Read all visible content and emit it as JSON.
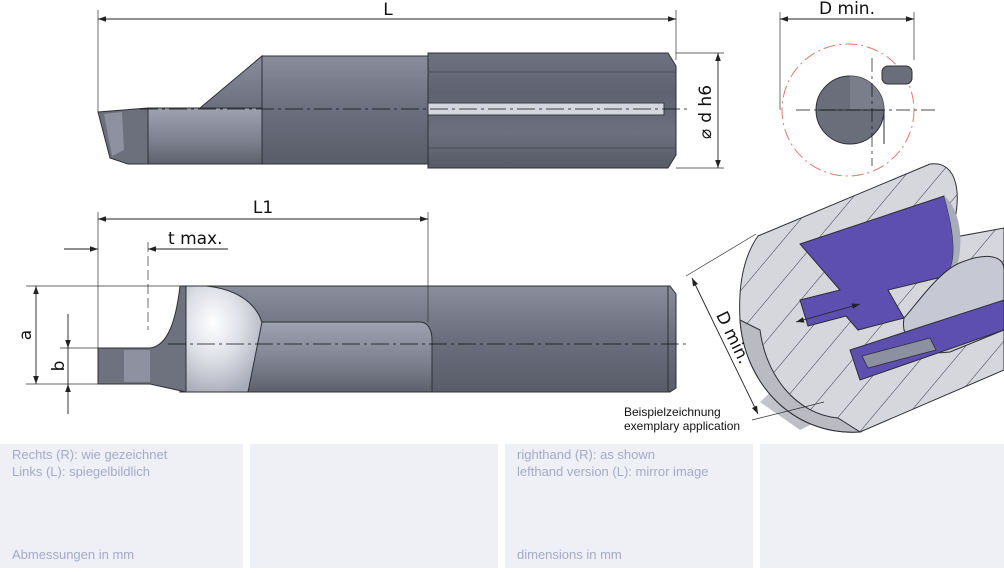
{
  "dimensions": {
    "L": "L",
    "D_min_top": "D min.",
    "d_h6": "d h6",
    "diameter_symbol": "⌀",
    "L1": "L1",
    "t_max": "t max.",
    "a": "a",
    "b": "b",
    "D_min_iso": "D min."
  },
  "caption": {
    "line1": "Beispielzeichnung",
    "line2": "exemplary application"
  },
  "panels": {
    "german": {
      "line1": "Rechts (R): wie gezeichnet",
      "line2": "Links (L): spiegelbildlich",
      "units": "Abmessungen in mm"
    },
    "english": {
      "line1": "righthand (R): as shown",
      "line2": "lefthand version (L): mirror image",
      "units": "dimensions in mm"
    }
  },
  "colors": {
    "tool_body": "#6a6d7a",
    "tool_dark": "#4a4c57",
    "tool_light": "#9a9dab",
    "insert_purple": "#5c4fb0",
    "panel_bg": "#eef0f5",
    "panel_text": "#a3aacb",
    "circle_red": "#e07a6a"
  }
}
